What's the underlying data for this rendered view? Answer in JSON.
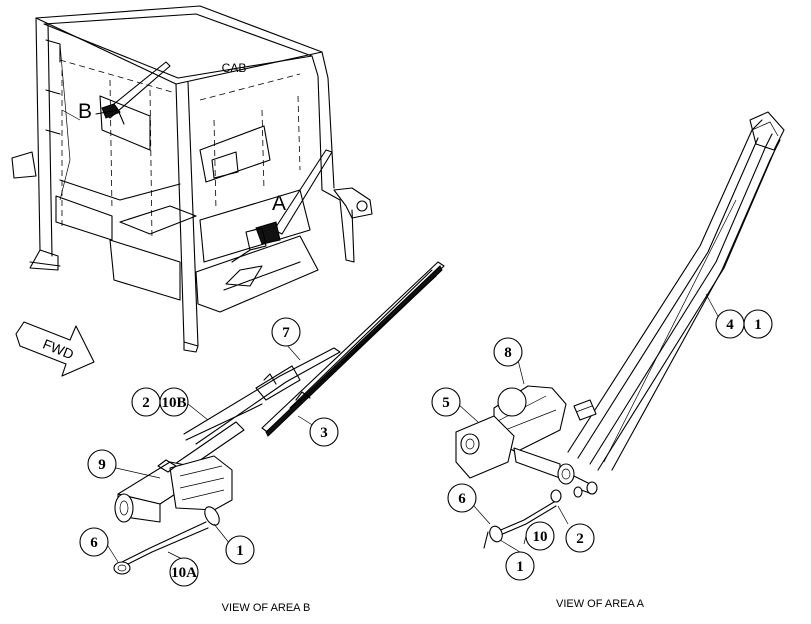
{
  "labels": {
    "cab": "CAB",
    "area_a": "A",
    "area_b": "B",
    "fwd": "FWD",
    "view_b": "VIEW OF AREA B",
    "view_a": "VIEW OF AREA A"
  },
  "callouts_b": {
    "c7": "7",
    "c2": "2",
    "c10b": "10B",
    "c3": "3",
    "c9": "9",
    "c1": "1",
    "c6": "6",
    "c10a": "10A"
  },
  "callouts_a": {
    "c8": "8",
    "c5": "5",
    "c4": "4",
    "c1top": "1",
    "c6": "6",
    "c10": "10",
    "c2": "2",
    "c1": "1"
  }
}
